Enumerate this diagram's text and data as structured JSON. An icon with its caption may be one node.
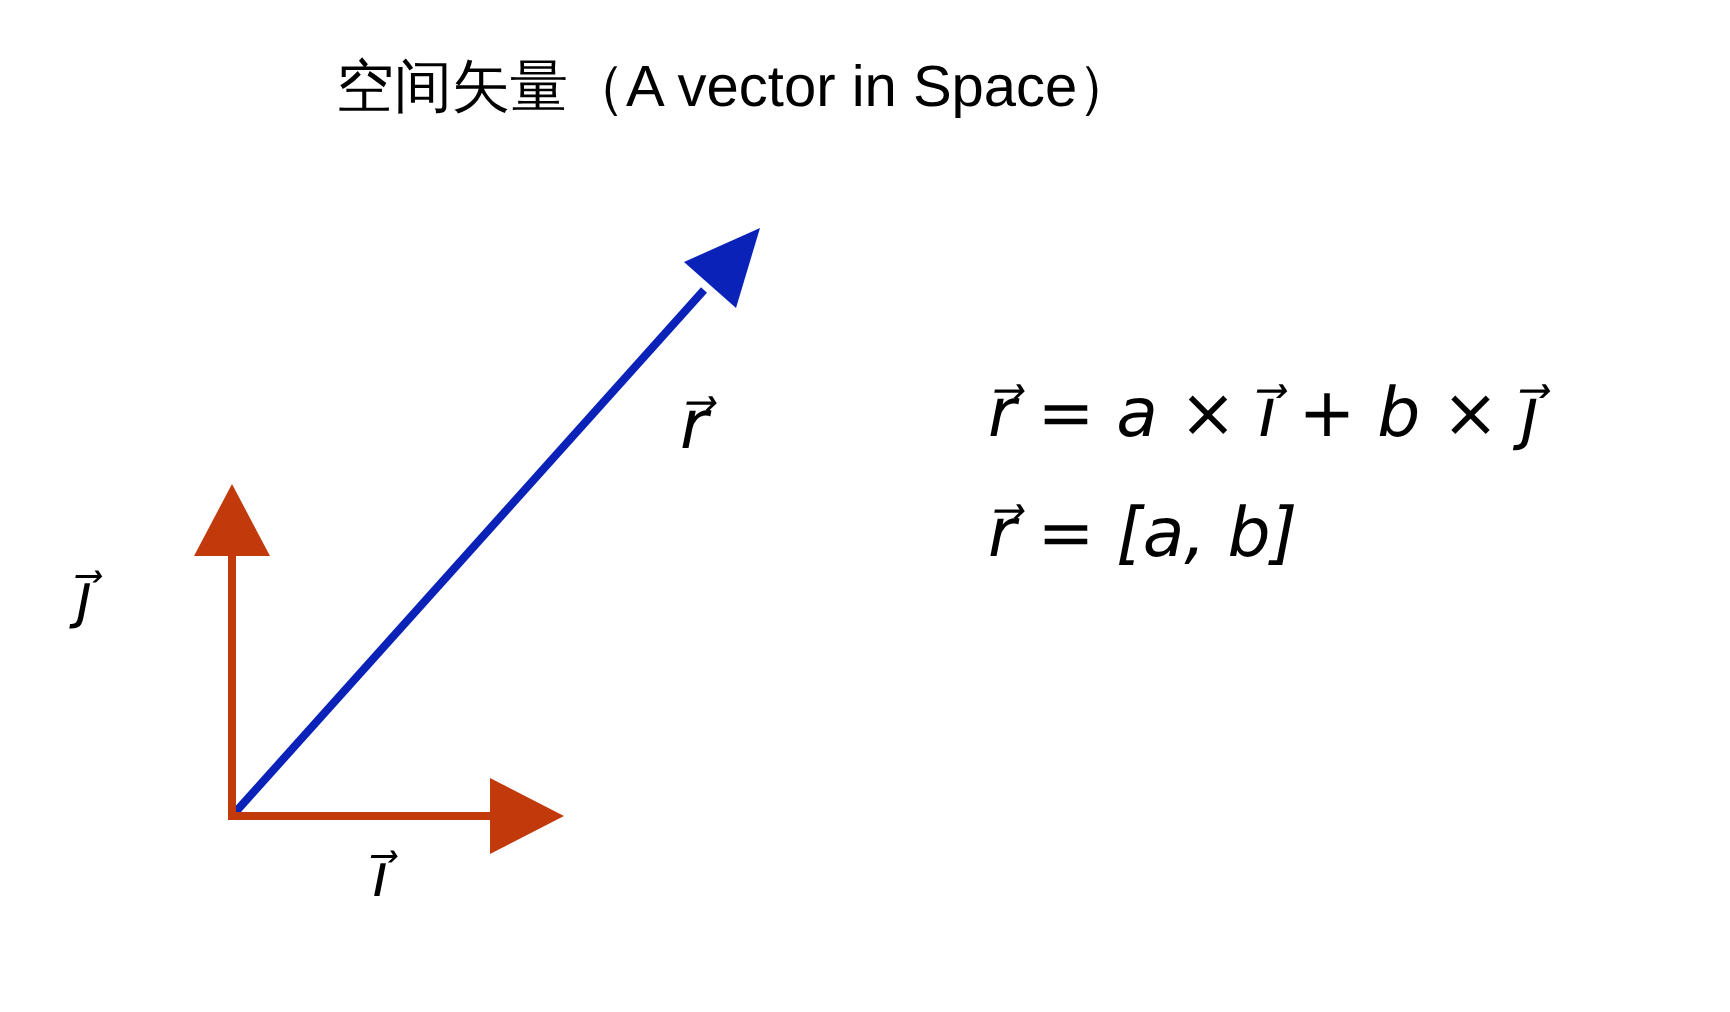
{
  "diagram": {
    "title": "空间矢量（A vector in Space）",
    "labels": [
      "r⃗",
      "r⃗ = a × i⃗ + b × j⃗",
      "j⃗",
      "r⃗ = [a, b]",
      "i⃗"
    ]
  }
}
